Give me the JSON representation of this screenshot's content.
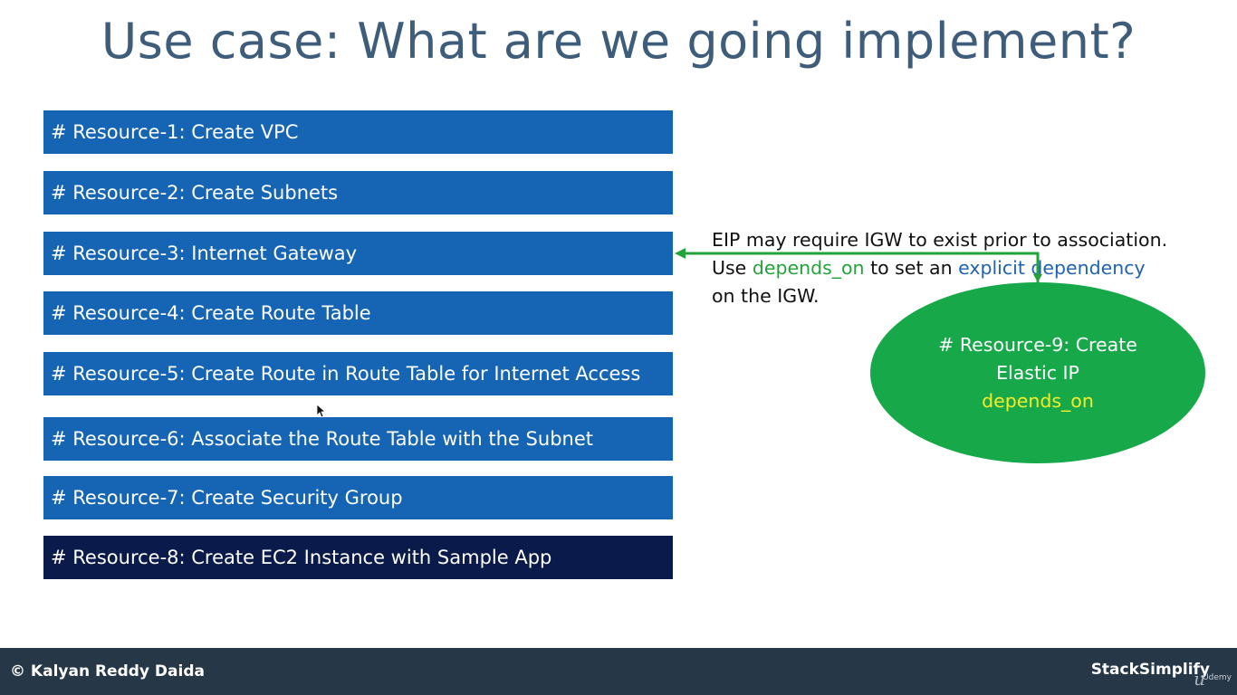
{
  "title": "Use case: What are we going implement?",
  "resources": [
    "# Resource-1: Create VPC",
    "# Resource-2: Create Subnets",
    "# Resource-3: Internet Gateway",
    "# Resource-4: Create Route Table",
    "# Resource-5: Create Route in Route Table for Internet Access",
    "# Resource-6: Associate the Route Table with the Subnet",
    "# Resource-7: Create Security Group",
    "# Resource-8: Create EC2 Instance with Sample App"
  ],
  "note": {
    "line1": "EIP may require IGW to exist prior to association.",
    "line2_prefix": "Use ",
    "line2_green": "depends_on",
    "line2_mid": " to set an ",
    "line2_blue": "explicit dependency",
    "line3": "on the IGW."
  },
  "ellipse": {
    "line1": "# Resource-9: Create",
    "line2": "Elastic IP",
    "line3": "depends_on"
  },
  "footer": {
    "copyright": "© Kalyan Reddy Daida",
    "brand": "StackSimplify",
    "watermark": "Udemy"
  },
  "colors": {
    "resource_box": "#1565b4",
    "resource_box_dark": "#0a1a4a",
    "title": "#3e5d7a",
    "ellipse": "#17a84a",
    "arrow": "#22a33a",
    "highlight_green": "#22a33a",
    "highlight_blue": "#1e62b0",
    "highlight_yellow": "#f5ee2a",
    "footer_bg": "#263747"
  },
  "icons": {
    "cursor": "mouse-pointer-icon",
    "udemy": "udemy-logo-icon"
  }
}
